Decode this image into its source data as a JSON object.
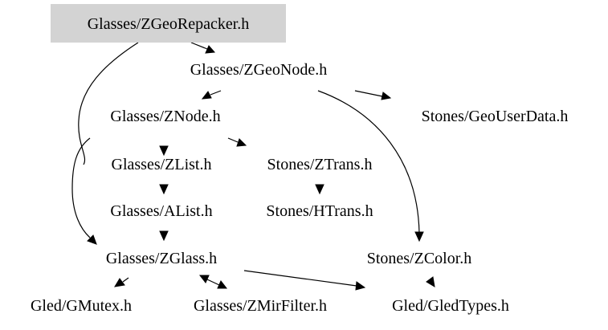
{
  "diagram": {
    "highlight_fill": "#d3d3d3",
    "nodes": [
      {
        "id": "zgeorepacker",
        "label": "Glasses/ZGeoRepacker.h",
        "highlighted": true
      },
      {
        "id": "zgeonode",
        "label": "Glasses/ZGeoNode.h"
      },
      {
        "id": "znode",
        "label": "Glasses/ZNode.h"
      },
      {
        "id": "geouserdata",
        "label": "Stones/GeoUserData.h"
      },
      {
        "id": "zlist",
        "label": "Glasses/ZList.h"
      },
      {
        "id": "ztrans",
        "label": "Stones/ZTrans.h"
      },
      {
        "id": "alist",
        "label": "Glasses/AList.h"
      },
      {
        "id": "htrans",
        "label": "Stones/HTrans.h"
      },
      {
        "id": "zglass",
        "label": "Glasses/ZGlass.h"
      },
      {
        "id": "zcolor",
        "label": "Stones/ZColor.h"
      },
      {
        "id": "gmutex",
        "label": "Gled/GMutex.h"
      },
      {
        "id": "zmirfilter",
        "label": "Glasses/ZMirFilter.h"
      },
      {
        "id": "gledtypes",
        "label": "Gled/GledTypes.h"
      }
    ],
    "edges": [
      {
        "from": "zgeorepacker",
        "to": "zgeonode"
      },
      {
        "from": "zgeorepacker",
        "to": "zglass"
      },
      {
        "from": "zgeonode",
        "to": "znode"
      },
      {
        "from": "zgeonode",
        "to": "geouserdata"
      },
      {
        "from": "zgeonode",
        "to": "zcolor"
      },
      {
        "from": "znode",
        "to": "zlist"
      },
      {
        "from": "znode",
        "to": "ztrans"
      },
      {
        "from": "znode",
        "to": "zglass"
      },
      {
        "from": "zlist",
        "to": "alist"
      },
      {
        "from": "ztrans",
        "to": "htrans"
      },
      {
        "from": "alist",
        "to": "zglass"
      },
      {
        "from": "zglass",
        "to": "gmutex"
      },
      {
        "from": "zglass",
        "to": "zmirfilter",
        "bidirectional": true
      },
      {
        "from": "zglass",
        "to": "gledtypes"
      },
      {
        "from": "zcolor",
        "to": "gledtypes"
      }
    ]
  }
}
